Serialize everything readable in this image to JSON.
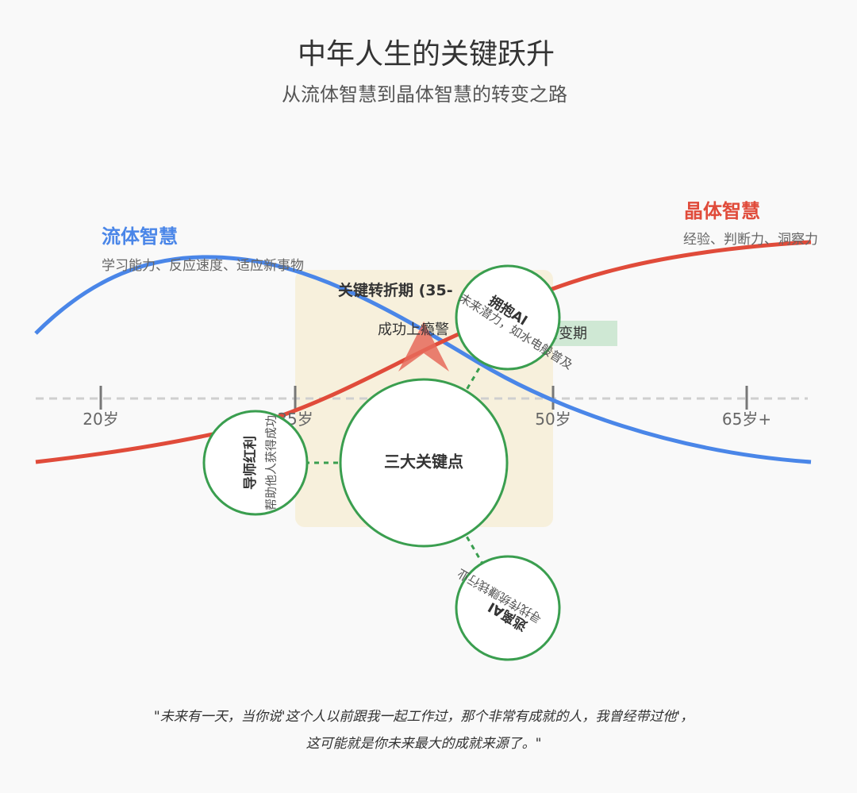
{
  "header": {
    "title": "中年人生的关键跃升",
    "subtitle": "从流体智慧到晶体智慧的转变之路"
  },
  "axis": {
    "ticks": [
      "20岁",
      "35岁",
      "50岁",
      "65岁+"
    ]
  },
  "fluid": {
    "title": "流体智慧",
    "desc": "学习能力、反应速度、适应新事物"
  },
  "crystal": {
    "title": "晶体智慧",
    "desc": "经验、判断力、洞察力"
  },
  "period": {
    "title": "关键转折期 (35-",
    "warning": "成功上瘾警",
    "shift": "智慧转变期"
  },
  "center": {
    "label": "三大关键点"
  },
  "nodes": {
    "embrace_ai": {
      "title": "拥抱AI",
      "desc": "未来潜力，如水电般普及"
    },
    "mentor": {
      "title": "导师红利",
      "desc": "帮助他人获得成功"
    },
    "avoid_ai": {
      "title": "逃离AI",
      "desc": "寻找传统赚钱行业"
    }
  },
  "quote": {
    "line1": "\"未来有一天，当你说'这个人以前跟我一起工作过，那个非常有成就的人，我曾经带过他'，",
    "line2": "这可能就是你未来最大的成就来源了。\""
  },
  "colors": {
    "fluid": "#4a86e8",
    "crystal": "#e04b3a",
    "node_border": "#3a9e4f",
    "period_bg": "#f7f0dc",
    "shift_bg": "#cfe8d4"
  }
}
